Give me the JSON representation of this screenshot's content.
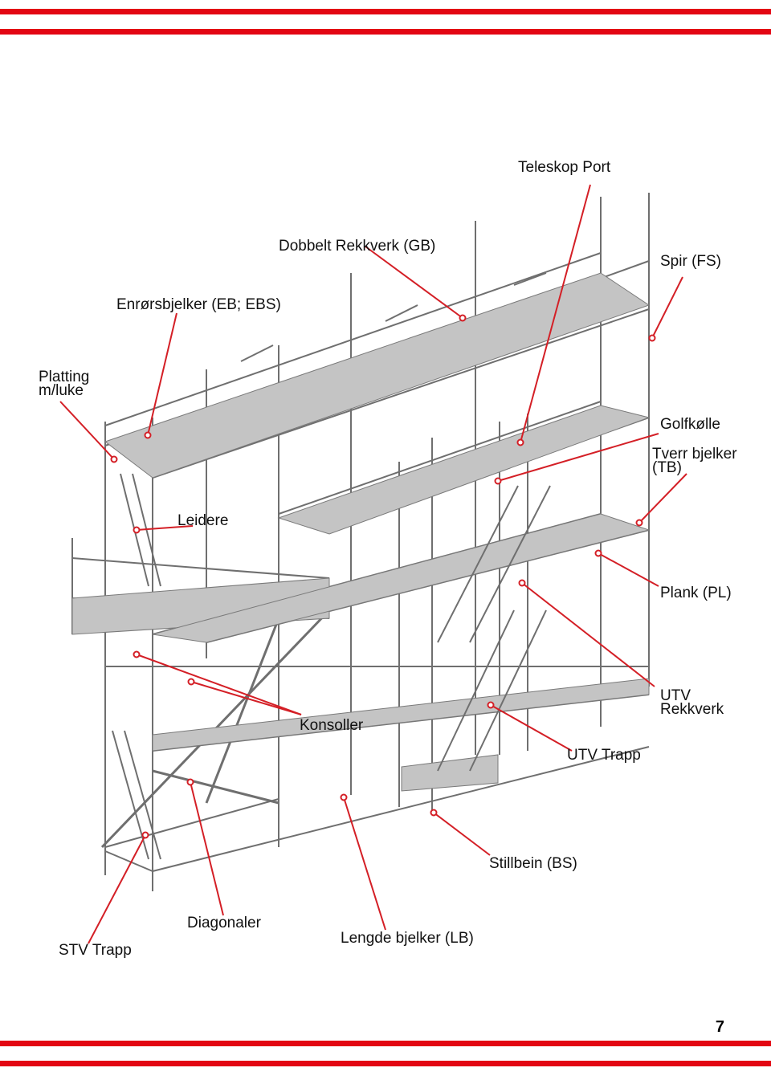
{
  "page": {
    "number": "7"
  },
  "colors": {
    "accent": "#e30613",
    "structure": "#6f6f6f",
    "deck": "#bdbdbd",
    "leader": "#d41f26"
  },
  "labels": {
    "teleskop_port": "Teleskop Port",
    "dobbelt_rekkverk": "Dobbelt Rekkverk (GB)",
    "spir": "Spir (FS)",
    "enrorsbjelker": "Enrørsbjelker (EB; EBS)",
    "platting_line1": "Platting",
    "platting_line2": "m/luke",
    "golfkolle": "Golfkølle",
    "tverr_line1": "Tverr bjelker",
    "tverr_line2": "(TB)",
    "leidere": "Leidere",
    "plank": "Plank (PL)",
    "utv_rekkverk_line1": "UTV",
    "utv_rekkverk_line2": "Rekkverk",
    "konsoller": "Konsoller",
    "utv_trapp": "UTV Trapp",
    "stillbein": "Stillbein (BS)",
    "diagonaler": "Diagonaler",
    "stv_trapp": "STV Trapp",
    "lengde_bjelker": "Lengde bjelker (LB)"
  }
}
